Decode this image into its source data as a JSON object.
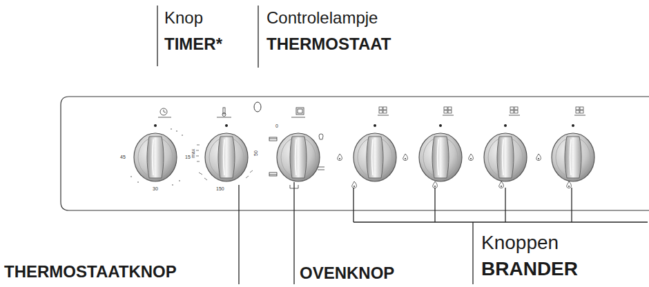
{
  "diagram": {
    "labels": [
      "Knop",
      "TIMER*",
      "Controlelampje",
      "THERMOSTAAT",
      "45",
      "15",
      "30",
      "max",
      "50",
      "150",
      "0",
      "Knoppen",
      "BRANDER",
      "THERMOSTAATKNOP",
      "OVENKNOP"
    ]
  }
}
